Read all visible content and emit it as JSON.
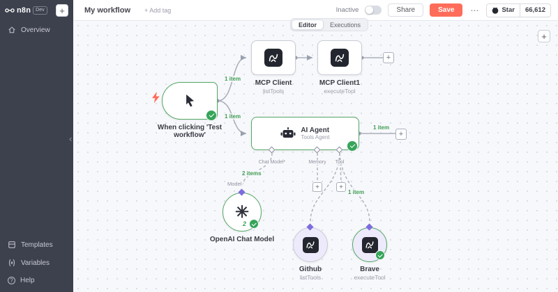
{
  "colors": {
    "accent_green": "#36a459",
    "accent_red": "#ff6d5a",
    "accent_purple": "#7d6ce0"
  },
  "sidebar": {
    "logo": "n8n",
    "env_badge": "Dev",
    "overview": "Overview",
    "templates": "Templates",
    "variables": "Variables",
    "help": "Help"
  },
  "header": {
    "title": "My workflow",
    "add_tag": "+ Add tag",
    "status": "Inactive",
    "share": "Share",
    "save": "Save",
    "github_star": "Star",
    "github_count": "66,612"
  },
  "tabs": {
    "editor": "Editor",
    "executions": "Executions"
  },
  "canvas": {
    "trigger": {
      "label": "When clicking 'Test workflow'"
    },
    "mcp_client": {
      "name": "MCP Client",
      "operation": "listTools"
    },
    "mcp_client1": {
      "name": "MCP Client1",
      "operation": "executeTool"
    },
    "ai_agent": {
      "name": "AI Agent",
      "subtitle": "Tools Agent"
    },
    "openai": {
      "name": "OpenAI Chat Model",
      "run_count": "2"
    },
    "github": {
      "name": "Github",
      "operation": "listTools"
    },
    "brave": {
      "name": "Brave",
      "operation": "executeTool"
    },
    "ports": {
      "chat_model": "Chat Model*",
      "memory": "Memory",
      "tool": "Tool"
    },
    "labels": {
      "trigger_to_mcp": "1 item",
      "trigger_to_agent": "1 item",
      "agent_out": "1 item",
      "model_count": "2 items",
      "model_port_hint": "Model",
      "brave_count": "1 item"
    }
  }
}
